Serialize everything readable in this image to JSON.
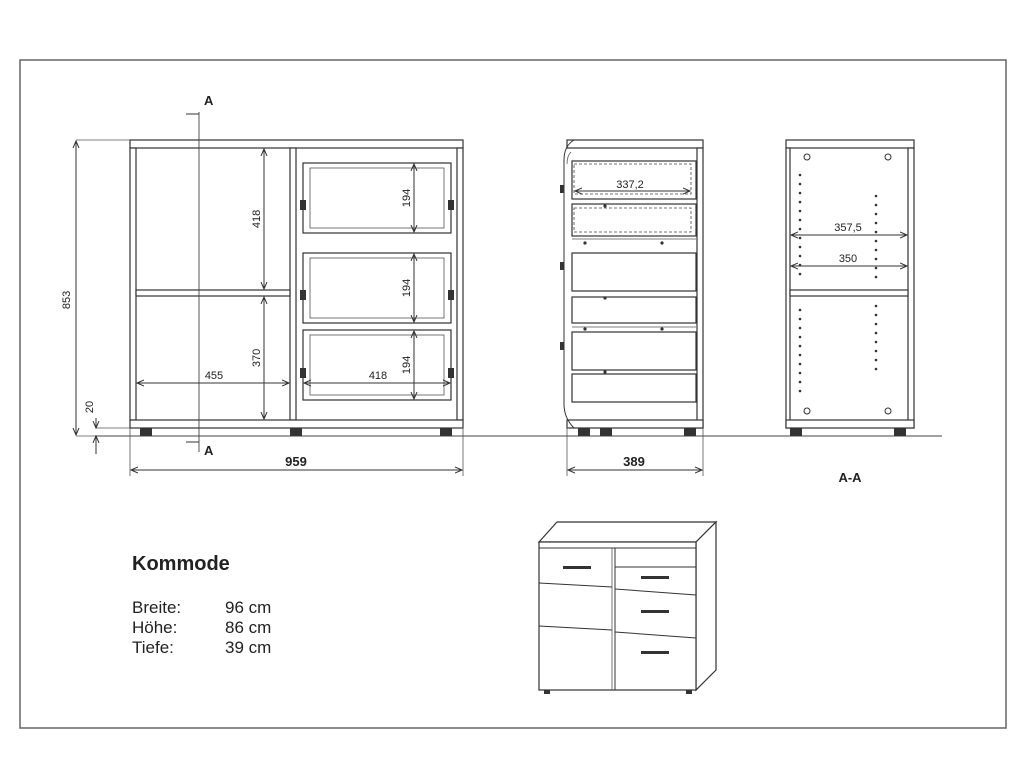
{
  "front_view": {
    "section_marker": "A",
    "dims": {
      "total_width": "959",
      "total_height": "853",
      "foot_height": "20",
      "open_width": "455",
      "upper_height": "418",
      "lower_height": "370",
      "drawer_width": "418",
      "drawer1_height": "194",
      "drawer2_height": "194",
      "drawer3_height": "194"
    }
  },
  "side_view": {
    "dims": {
      "depth": "389",
      "drawer_depth": "337,2"
    }
  },
  "section_view": {
    "label": "A-A",
    "dims": {
      "inner_depth": "357,5",
      "shelf_depth": "350"
    }
  },
  "info": {
    "title": "Kommode",
    "specs": [
      {
        "label": "Breite:",
        "value": "96 cm"
      },
      {
        "label": "Höhe:",
        "value": "86 cm"
      },
      {
        "label": "Tiefe:",
        "value": "39 cm"
      }
    ]
  }
}
